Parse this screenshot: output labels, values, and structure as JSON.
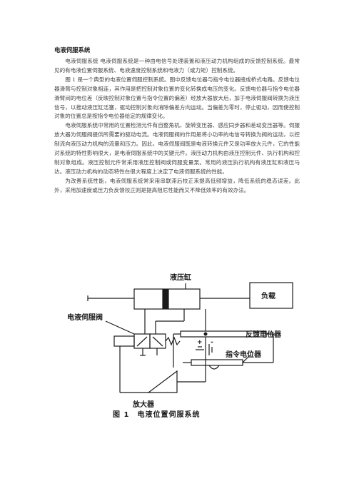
{
  "document": {
    "title": "电液伺服系统",
    "paragraphs": [
      "电液伺服系统 电液伺服系统是一种由电信号处理装置和液压动力机构组成的反馈控制系统。最常见的有电液位置伺服系统、电液速度控制系统和电液力（或力矩）控制系统。",
      "图 1 是一个典型的电液位置伺服控制系统。图中反馈电位器与指令电位器接成桥式电路。反馈电位器滑臂与控制对象相连，其作用是把控制对象位置的变化转换成电压的变化。反馈电位器与指令电位器滑臂间的电位差（反映控制对象位置与指令位置的偏差）经放大器放大后，加于电液伺服阀转换为液压信号，以推动液压缸活塞，驱动控制对象向消除偏差方向运动。当偏差为零时，停止驱动，因而使控制对象的位置总是按指令电位器给定的规律变化。",
      "电液伺服系统中常用的位置检测元件有自整角机、旋转变压器、感应同步器和差动变压器等。伺服放大器为伺服阀提供所需要的驱动电流。电液伺服阀的作用是将小功率的电信号转换为阀的运动，以控制流向液压动力机构的流量和压力。因此，电液伺服阀既是电液转换元件又是功率放大元件，它的性能对系统的特性影响很大，是电液伺服系统中的关键元件。液压动力机构由液压控制元件、执行机构和控制对象组成。液压控制元件常采用液压控制阀或伺服变量泵。常用的液压执行机构有液压缸和液压马达。液压动力机构的动态特性在很大程度上决定了电液伺服系统的性能。",
      "为改善系统性能，电液伺服系统常采用串联滞后校正来提高低频增益，降低系统的稳态误差。此外，采用加速度或压力负反馈校正则是提高阻尼性能而又不降低效率的有效办法。"
    ]
  },
  "figure": {
    "labels": {
      "cylinder": "液压缸",
      "load": "负载",
      "servo_valve": "电液伺服阀",
      "feedback_pot": "反馈电位器",
      "command_pot": "指令电位器",
      "amplifier": "放大器",
      "plus": "+",
      "minus": "-"
    },
    "caption": "图 1　电液位置伺服系统"
  }
}
